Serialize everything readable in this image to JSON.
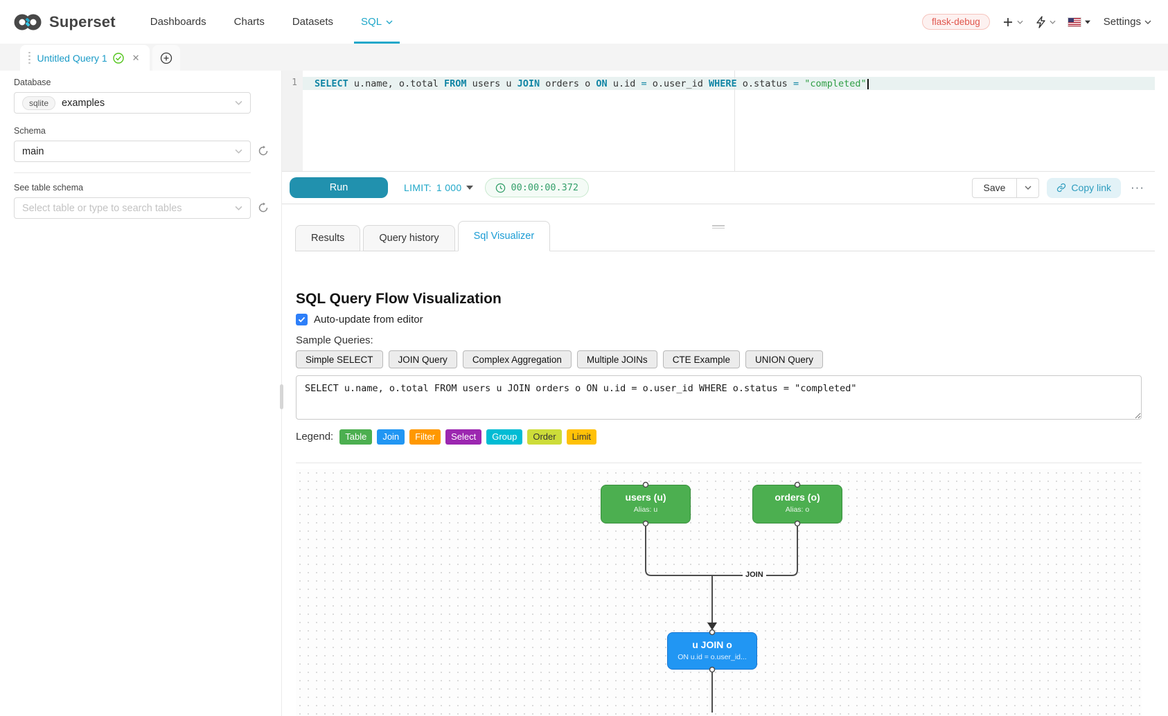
{
  "navbar": {
    "brand": "Superset",
    "items": {
      "dashboards": "Dashboards",
      "charts": "Charts",
      "datasets": "Datasets",
      "sql": "SQL"
    },
    "active_item": "SQL",
    "env_badge": "flask-debug",
    "settings_label": "Settings",
    "accent_color": "#20A7C9"
  },
  "query_tab": {
    "title": "Untitled Query 1"
  },
  "sidebar": {
    "database_label": "Database",
    "database_engine": "sqlite",
    "database_name": "examples",
    "schema_label": "Schema",
    "schema_value": "main",
    "table_label": "See table schema",
    "table_placeholder": "Select table or type to search tables"
  },
  "editor": {
    "line_number": "1",
    "tokens": [
      {
        "text": "SELECT",
        "type": "keyword"
      },
      {
        "text": " u.name, o.total ",
        "type": "plain"
      },
      {
        "text": "FROM",
        "type": "keyword"
      },
      {
        "text": " users u ",
        "type": "plain"
      },
      {
        "text": "JOIN",
        "type": "keyword"
      },
      {
        "text": " orders o ",
        "type": "plain"
      },
      {
        "text": "ON",
        "type": "keyword"
      },
      {
        "text": " u.id ",
        "type": "plain"
      },
      {
        "text": "=",
        "type": "operator"
      },
      {
        "text": " o.user_id ",
        "type": "plain"
      },
      {
        "text": "WHERE",
        "type": "keyword"
      },
      {
        "text": " o.status ",
        "type": "plain"
      },
      {
        "text": "=",
        "type": "operator"
      },
      {
        "text": " ",
        "type": "plain"
      },
      {
        "text": "\"completed\"",
        "type": "string"
      }
    ]
  },
  "toolbar": {
    "run_label": "Run",
    "limit_label": "LIMIT:",
    "limit_value": "1 000",
    "timer": "00:00:00.372",
    "save_label": "Save",
    "copy_link_label": "Copy link",
    "more_label": "···"
  },
  "result_tabs": {
    "results": "Results",
    "query_history": "Query history",
    "sql_visualizer": "Sql Visualizer"
  },
  "visualizer": {
    "title": "SQL Query Flow Visualization",
    "auto_update_label": "Auto-update from editor",
    "auto_update_checked": true,
    "sample_queries_label": "Sample Queries:",
    "sample_queries": [
      "Simple SELECT",
      "JOIN Query",
      "Complex Aggregation",
      "Multiple JOINs",
      "CTE Example",
      "UNION Query"
    ],
    "query_text": "SELECT u.name, o.total FROM users u JOIN orders o ON u.id = o.user_id WHERE o.status = \"completed\"",
    "legend_label": "Legend:",
    "legend": [
      {
        "label": "Table",
        "color": "#4CAF50",
        "text_color": "#ffffff"
      },
      {
        "label": "Join",
        "color": "#2196F3",
        "text_color": "#ffffff"
      },
      {
        "label": "Filter",
        "color": "#FF9800",
        "text_color": "#ffffff"
      },
      {
        "label": "Select",
        "color": "#9C27B0",
        "text_color": "#ffffff"
      },
      {
        "label": "Group",
        "color": "#00BCD4",
        "text_color": "#ffffff"
      },
      {
        "label": "Order",
        "color": "#CDDC39",
        "text_color": "#333333"
      },
      {
        "label": "Limit",
        "color": "#FFC107",
        "text_color": "#333333"
      }
    ],
    "diagram": {
      "nodes": [
        {
          "title": "users (u)",
          "subtitle": "Alias: u",
          "type": "table"
        },
        {
          "title": "orders (o)",
          "subtitle": "Alias: o",
          "type": "table"
        },
        {
          "title": "u JOIN o",
          "subtitle": "ON u.id = o.user_id...",
          "type": "join"
        }
      ],
      "edge_label": "JOIN"
    }
  }
}
